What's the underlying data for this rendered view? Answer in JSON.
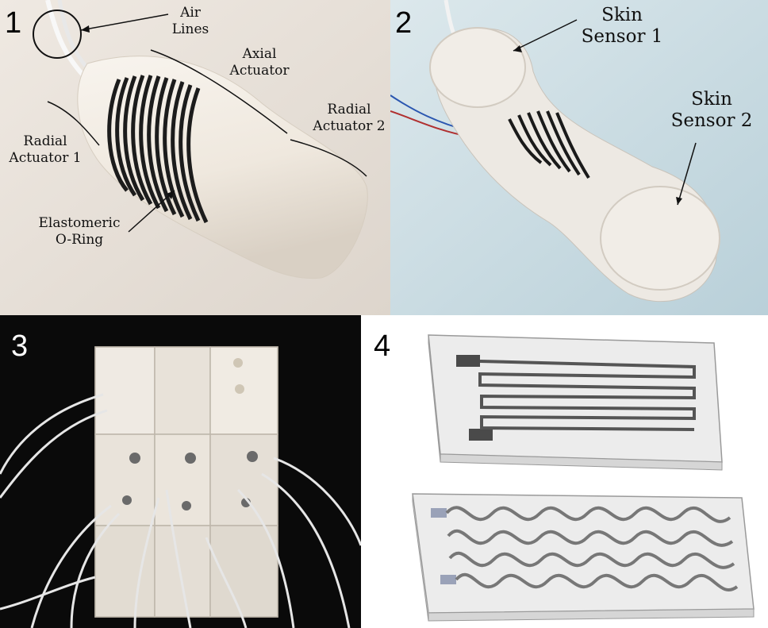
{
  "panels": {
    "p1": {
      "number": "1",
      "labels": {
        "air_lines": "Air\nLines",
        "axial_actuator": "Axial\nActuator",
        "radial_actuator_1": "Radial\nActuator 1",
        "radial_actuator_2": "Radial\nActuator 2",
        "oring": "Elastomeric\nO-Ring"
      }
    },
    "p2": {
      "number": "2",
      "labels": {
        "skin_sensor_1": "Skin\nSensor 1",
        "skin_sensor_2": "Skin\nSensor 2"
      }
    },
    "p3": {
      "number": "3"
    },
    "p4": {
      "number": "4"
    }
  },
  "colors": {
    "p1_bg": "#e9e3dc",
    "p2_bg": "#c9dde4",
    "p3_bg": "#0a0a0a",
    "p4_bg": "#ffffff",
    "silicone": "#f4efe8",
    "oring": "#1c1c1c"
  }
}
